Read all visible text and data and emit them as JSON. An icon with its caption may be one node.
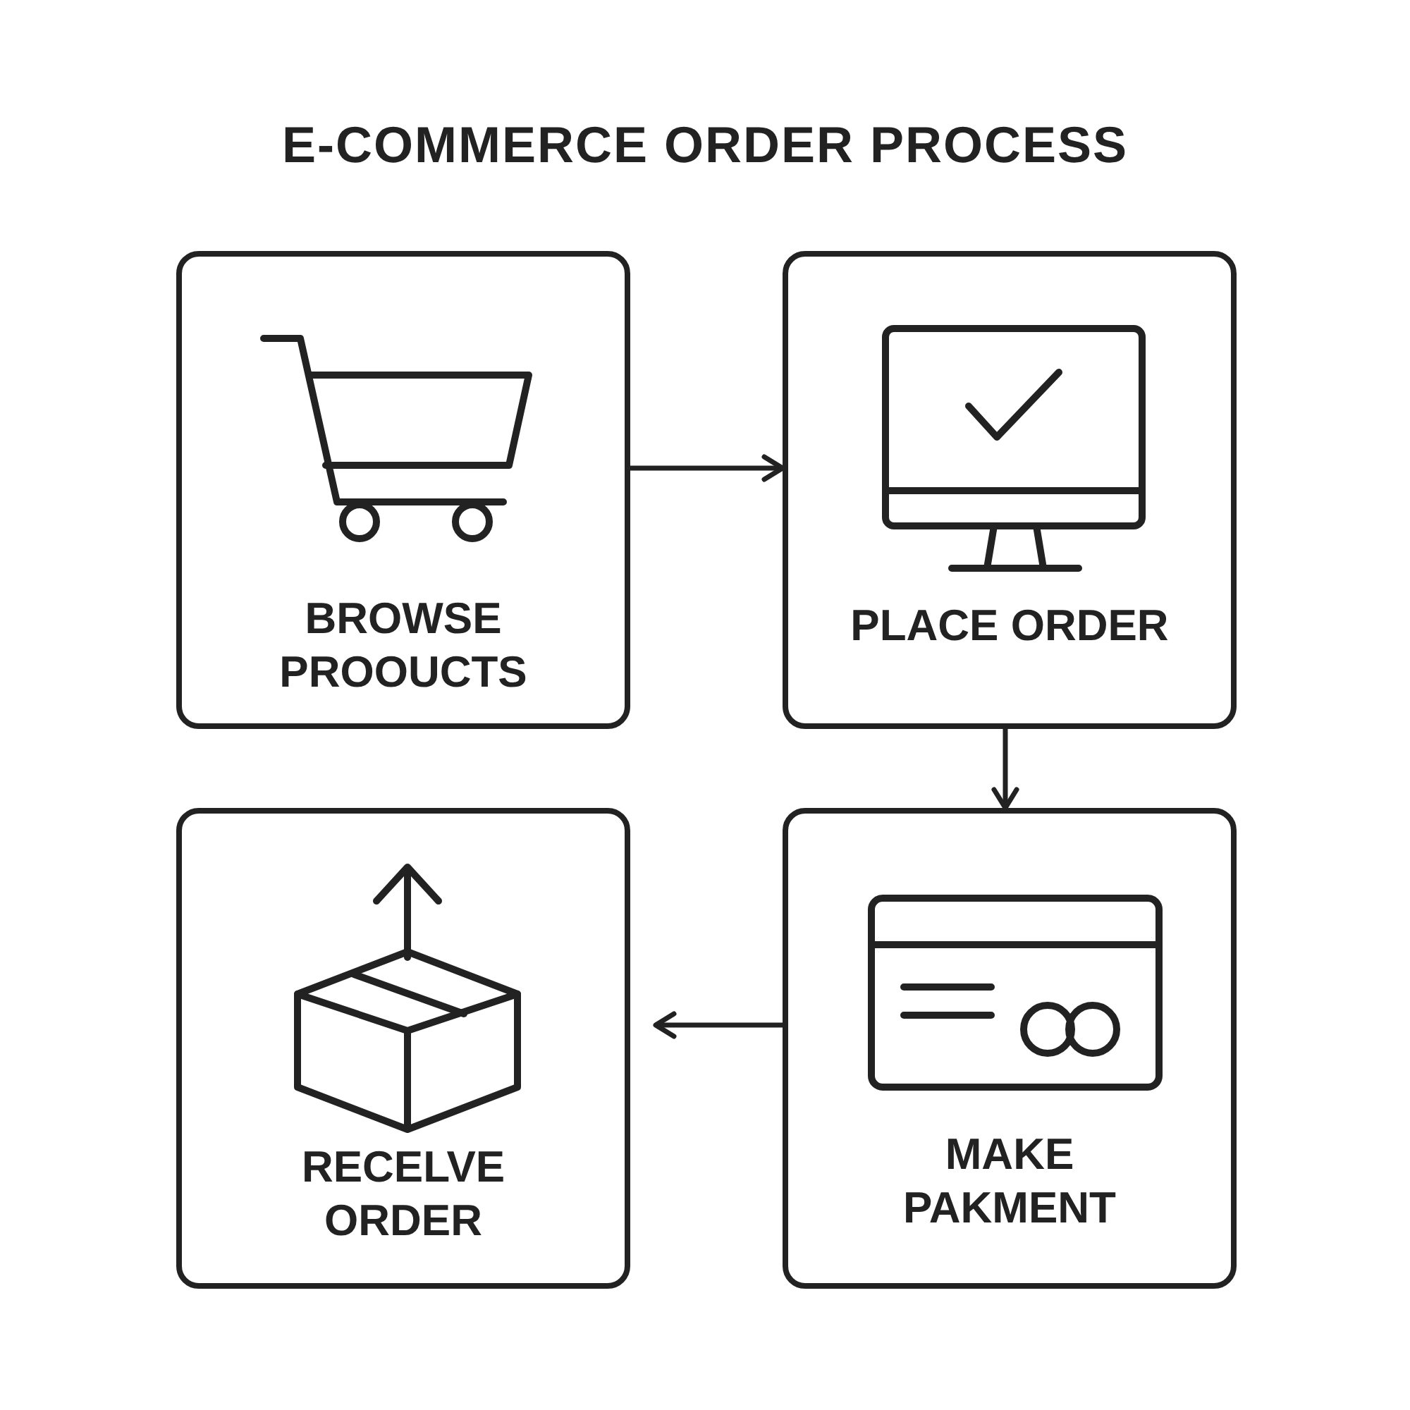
{
  "diagram": {
    "title": "E-COMMERCE ORDER PROCESS",
    "nodes": [
      {
        "text": [
          "BROWSE PROOUCTS"
        ]
      },
      {
        "text": [
          "PLACE ORDER"
        ]
      },
      {
        "text": [
          "RECELVE ORDER"
        ]
      },
      {
        "text": [
          "MAKE PAKMENT"
        ]
      }
    ],
    "edges": [
      {
        "from": 0,
        "to": 1,
        "arrow": "to"
      },
      {
        "from": 1,
        "to": 3,
        "arrow": "to"
      },
      {
        "from": 3,
        "to": 2,
        "arrow": "to"
      }
    ]
  }
}
